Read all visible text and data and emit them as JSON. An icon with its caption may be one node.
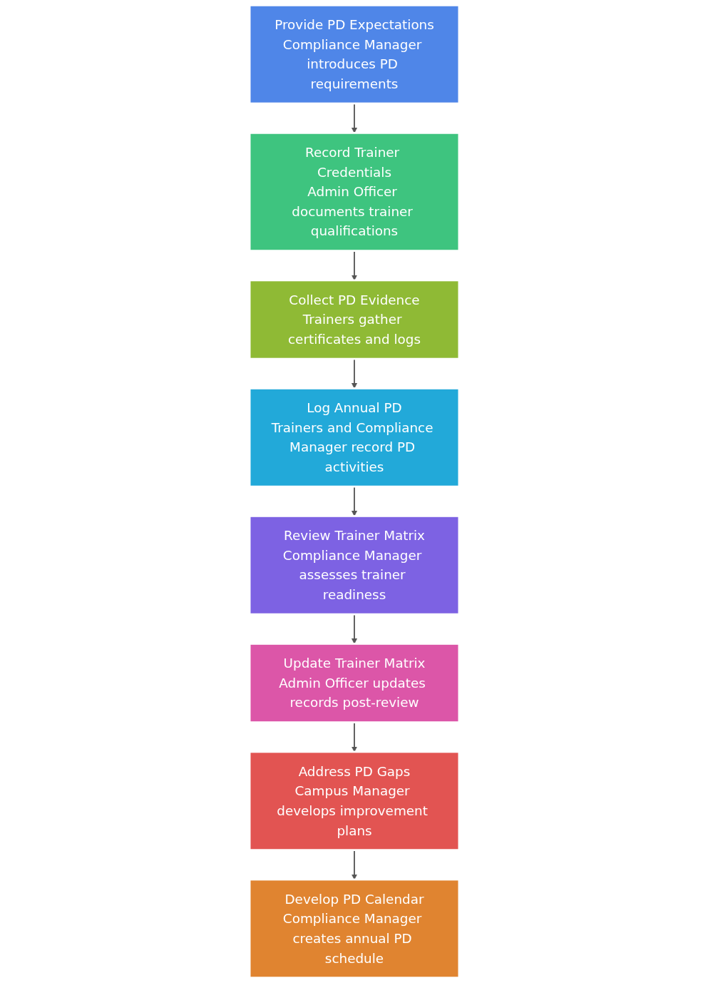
{
  "diagram": {
    "nodes": [
      {
        "text": [
          "Provide PD Expectations",
          "Compliance Manager introduces PD requirements"
        ]
      },
      {
        "text": [
          "Record Trainer Credentials",
          "Admin Officer documents trainer qualifications"
        ]
      },
      {
        "text": [
          "Log Annual PD",
          "Trainers and Compliance Manager record PD activities"
        ]
      },
      {
        "text": [
          "Collect PD Evidence",
          "Trainers gather certificates and logs"
        ]
      },
      {
        "text": [
          "Review Trainer Matrix",
          "Compliance Manager assesses trainer readiness"
        ]
      },
      {
        "text": [
          "Update Trainer Matrix",
          "Admin Officer updates records post-review"
        ]
      },
      {
        "text": [
          "Develop PD Calendar",
          "Compliance Manager creates annual PD schedule"
        ]
      },
      {
        "text": [
          "Address PD Gaps",
          "Campus Manager develops improvement plans"
        ]
      }
    ],
    "edges": [
      {
        "from": 0,
        "to": 1,
        "arrow": "to"
      },
      {
        "from": 1,
        "to": 3,
        "arrow": "to"
      },
      {
        "from": 3,
        "to": 2,
        "arrow": "to"
      },
      {
        "from": 2,
        "to": 4,
        "arrow": "to"
      },
      {
        "from": 4,
        "to": 5,
        "arrow": "to"
      },
      {
        "from": 5,
        "to": 7,
        "arrow": "to"
      },
      {
        "from": 7,
        "to": 6,
        "arrow": "to"
      }
    ]
  }
}
